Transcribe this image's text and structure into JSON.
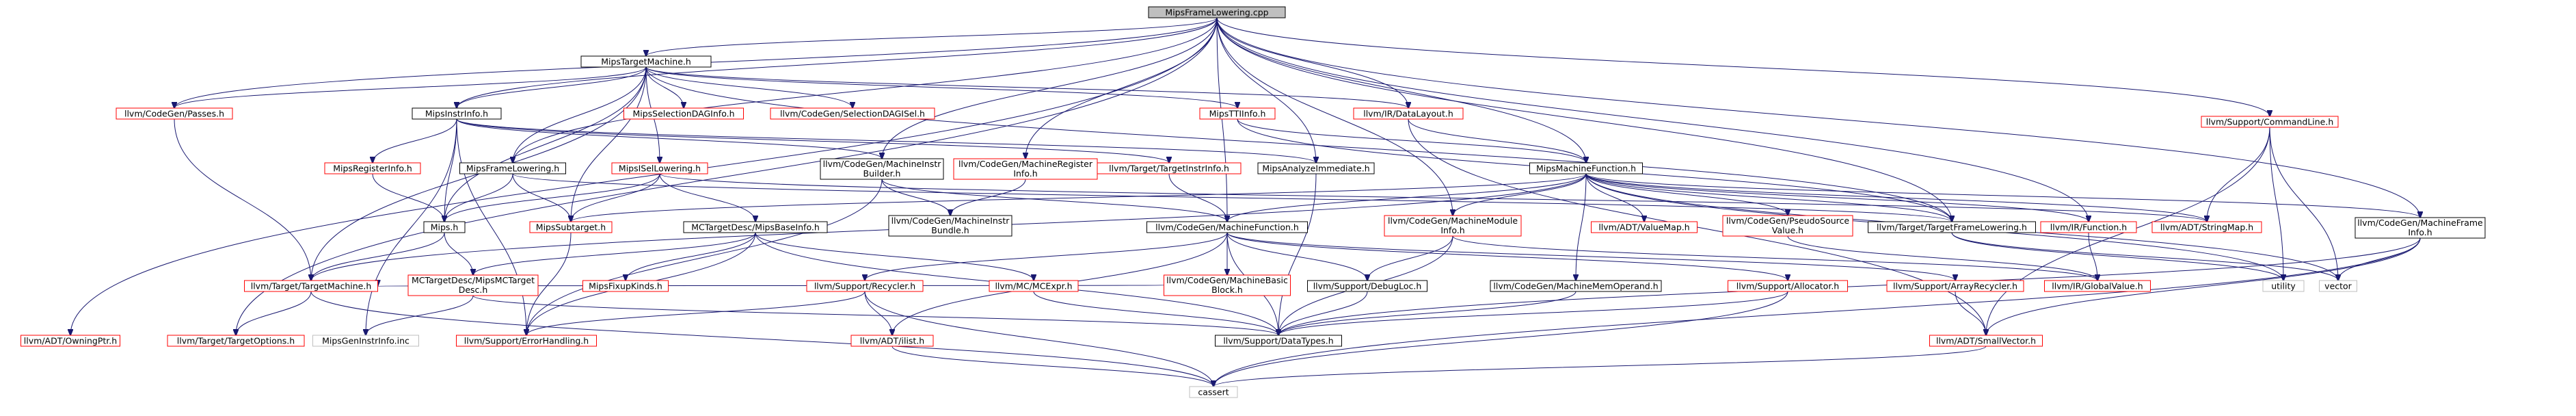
{
  "graph": {
    "nodes": {
      "root": {
        "label": "MipsFrameLowering.cpp",
        "style": "root"
      },
      "mipstm": {
        "label": "MipsTargetMachine.h",
        "style": "black"
      },
      "codegenpasses": {
        "label": "llvm/CodeGen/Passes.h",
        "style": "red"
      },
      "mipsinstrinfo": {
        "label": "MipsInstrInfo.h",
        "style": "black"
      },
      "selectiondaginfo": {
        "label": "MipsSelectionDAGInfo.h",
        "style": "red"
      },
      "selectiondagisel": {
        "label": "llvm/CodeGen/SelectionDAGISel.h",
        "style": "red"
      },
      "mipstti": {
        "label": "MipsTTIInfo.h",
        "style": "red"
      },
      "datalayout": {
        "label": "llvm/IR/DataLayout.h",
        "style": "red"
      },
      "commandline": {
        "label": "llvm/Support/CommandLine.h",
        "style": "red"
      },
      "mipsreginfo": {
        "label": "MipsRegisterInfo.h",
        "style": "red"
      },
      "mipsframelowering": {
        "label": "MipsFrameLowering.h",
        "style": "black"
      },
      "mipsisellowering": {
        "label": "MipsISelLowering.h",
        "style": "red"
      },
      "mibuilder": {
        "label": "llvm/CodeGen/MachineInstr\nBuilder.h",
        "style": "black"
      },
      "mreginfo": {
        "label": "llvm/CodeGen/MachineRegister\nInfo.h",
        "style": "red"
      },
      "targetinstrinfo": {
        "label": "llvm/Target/TargetInstrInfo.h",
        "style": "red"
      },
      "mipsanalyze": {
        "label": "MipsAnalyzeImmediate.h",
        "style": "black"
      },
      "mipsmf": {
        "label": "MipsMachineFunction.h",
        "style": "black"
      },
      "mframeinfo": {
        "label": "llvm/CodeGen/MachineFrame\nInfo.h",
        "style": "black"
      },
      "mipsh": {
        "label": "Mips.h",
        "style": "black"
      },
      "mipssubtarget": {
        "label": "MipsSubtarget.h",
        "style": "red"
      },
      "mipsbaseinfo": {
        "label": "MCTargetDesc/MipsBaseInfo.h",
        "style": "black"
      },
      "mibundle": {
        "label": "llvm/CodeGen/MachineInstr\nBundle.h",
        "style": "black"
      },
      "mfunction": {
        "label": "llvm/CodeGen/MachineFunction.h",
        "style": "black"
      },
      "mmoduleinfo": {
        "label": "llvm/CodeGen/MachineModule\nInfo.h",
        "style": "red"
      },
      "valuemap": {
        "label": "llvm/ADT/ValueMap.h",
        "style": "red"
      },
      "pseudosource": {
        "label": "llvm/CodeGen/PseudoSource\nValue.h",
        "style": "red"
      },
      "targetframelowering": {
        "label": "llvm/Target/TargetFrameLowering.h",
        "style": "black"
      },
      "irfunction": {
        "label": "llvm/IR/Function.h",
        "style": "red"
      },
      "stringmap": {
        "label": "llvm/ADT/StringMap.h",
        "style": "red"
      },
      "targetmachine": {
        "label": "llvm/Target/TargetMachine.h",
        "style": "red"
      },
      "mcmipstargetdesc": {
        "label": "MCTargetDesc/MipsMCTarget\nDesc.h",
        "style": "red"
      },
      "mipsfixupkinds": {
        "label": "MipsFixupKinds.h",
        "style": "red"
      },
      "recycler": {
        "label": "llvm/Support/Recycler.h",
        "style": "red"
      },
      "mcexpr": {
        "label": "llvm/MC/MCExpr.h",
        "style": "red"
      },
      "mbasicblock": {
        "label": "llvm/CodeGen/MachineBasic\nBlock.h",
        "style": "red"
      },
      "debugloc": {
        "label": "llvm/Support/DebugLoc.h",
        "style": "black"
      },
      "mmemoperand": {
        "label": "llvm/CodeGen/MachineMemOperand.h",
        "style": "black"
      },
      "allocator": {
        "label": "llvm/Support/Allocator.h",
        "style": "red"
      },
      "arrayrecycler": {
        "label": "llvm/Support/ArrayRecycler.h",
        "style": "red"
      },
      "globalvalue": {
        "label": "llvm/IR/GlobalValue.h",
        "style": "red"
      },
      "utility": {
        "label": "utility",
        "style": "gray"
      },
      "vector": {
        "label": "vector",
        "style": "gray"
      },
      "owningptr": {
        "label": "llvm/ADT/OwningPtr.h",
        "style": "red"
      },
      "targetoptions": {
        "label": "llvm/Target/TargetOptions.h",
        "style": "red"
      },
      "mipsgeninstrinfo": {
        "label": "MipsGenInstrInfo.inc",
        "style": "gray"
      },
      "errorhandling": {
        "label": "llvm/Support/ErrorHandling.h",
        "style": "red"
      },
      "ilist": {
        "label": "llvm/ADT/ilist.h",
        "style": "red"
      },
      "datatypes": {
        "label": "llvm/Support/DataTypes.h",
        "style": "black"
      },
      "smallvector": {
        "label": "llvm/ADT/SmallVector.h",
        "style": "red"
      },
      "cassert": {
        "label": "cassert",
        "style": "gray"
      }
    },
    "edges": [
      [
        "root",
        "mipstm"
      ],
      [
        "root",
        "mipsinstrinfo"
      ],
      [
        "root",
        "mipsframelowering"
      ],
      [
        "root",
        "datalayout"
      ],
      [
        "root",
        "mipsanalyze"
      ],
      [
        "root",
        "mipsmf"
      ],
      [
        "root",
        "mibuilder"
      ],
      [
        "root",
        "mreginfo"
      ],
      [
        "root",
        "mframeinfo"
      ],
      [
        "root",
        "commandline"
      ],
      [
        "root",
        "mfunction"
      ],
      [
        "root",
        "mmoduleinfo"
      ],
      [
        "root",
        "targetframelowering"
      ],
      [
        "root",
        "irfunction"
      ],
      [
        "root",
        "codegenpasses"
      ],
      [
        "root",
        "owningptr"
      ],
      [
        "root",
        "targetoptions"
      ],
      [
        "mipstm",
        "codegenpasses"
      ],
      [
        "mipstm",
        "mipsinstrinfo"
      ],
      [
        "mipstm",
        "selectiondaginfo"
      ],
      [
        "mipstm",
        "selectiondagisel"
      ],
      [
        "mipstm",
        "mipstti"
      ],
      [
        "mipstm",
        "datalayout"
      ],
      [
        "mipstm",
        "mipsframelowering"
      ],
      [
        "mipstm",
        "mipsisellowering"
      ],
      [
        "mipstm",
        "mipssubtarget"
      ],
      [
        "mipstm",
        "targetmachine"
      ],
      [
        "mipstm",
        "targetframelowering"
      ],
      [
        "mipstm",
        "mipsh"
      ],
      [
        "codegenpasses",
        "targetmachine"
      ],
      [
        "mipsinstrinfo",
        "mipsreginfo"
      ],
      [
        "mipsinstrinfo",
        "mipsh"
      ],
      [
        "mipsinstrinfo",
        "mibuilder"
      ],
      [
        "mipsinstrinfo",
        "targetinstrinfo"
      ],
      [
        "mipsinstrinfo",
        "mipsanalyze"
      ],
      [
        "mipsinstrinfo",
        "mipsgeninstrinfo"
      ],
      [
        "mipsinstrinfo",
        "errorhandling"
      ],
      [
        "mipstti",
        "mipsmf"
      ],
      [
        "mipstti",
        "targetframelowering"
      ],
      [
        "datalayout",
        "mipsmf"
      ],
      [
        "datalayout",
        "smallvector"
      ],
      [
        "commandline",
        "stringmap"
      ],
      [
        "commandline",
        "utility"
      ],
      [
        "commandline",
        "vector"
      ],
      [
        "commandline",
        "smallvector"
      ],
      [
        "mipsreginfo",
        "mipsh"
      ],
      [
        "mipsframelowering",
        "mipsh"
      ],
      [
        "mipsframelowering",
        "mipssubtarget"
      ],
      [
        "mipsframelowering",
        "targetframelowering"
      ],
      [
        "mipsisellowering",
        "mipsh"
      ],
      [
        "mipsisellowering",
        "mipssubtarget"
      ],
      [
        "mipsisellowering",
        "mipsbaseinfo"
      ],
      [
        "mipsisellowering",
        "stringmap"
      ],
      [
        "mibuilder",
        "mfunction"
      ],
      [
        "mibuilder",
        "mibundle"
      ],
      [
        "mibuilder",
        "errorhandling"
      ],
      [
        "mreginfo",
        "mibundle"
      ],
      [
        "targetinstrinfo",
        "mfunction"
      ],
      [
        "mipsanalyze",
        "datatypes"
      ],
      [
        "mipsmf",
        "mipssubtarget"
      ],
      [
        "mipsmf",
        "mfunction"
      ],
      [
        "mipsmf",
        "mmoduleinfo"
      ],
      [
        "mipsmf",
        "valuemap"
      ],
      [
        "mipsmf",
        "pseudosource"
      ],
      [
        "mipsmf",
        "targetframelowering"
      ],
      [
        "mipsmf",
        "irfunction"
      ],
      [
        "mipsmf",
        "stringmap"
      ],
      [
        "mipsmf",
        "mframeinfo"
      ],
      [
        "mipsmf",
        "targetmachine"
      ],
      [
        "mipsmf",
        "utility"
      ],
      [
        "mipsmf",
        "vector"
      ],
      [
        "mipsmf",
        "mmemoperand"
      ],
      [
        "mframeinfo",
        "smallvector"
      ],
      [
        "mframeinfo",
        "datatypes"
      ],
      [
        "mframeinfo",
        "vector"
      ],
      [
        "mframeinfo",
        "cassert"
      ],
      [
        "mipsh",
        "mcmipstargetdesc"
      ],
      [
        "mipsh",
        "targetmachine"
      ],
      [
        "mipssubtarget",
        "errorhandling"
      ],
      [
        "mipsbaseinfo",
        "mcmipstargetdesc"
      ],
      [
        "mipsbaseinfo",
        "mipsfixupkinds"
      ],
      [
        "mipsbaseinfo",
        "mcexpr"
      ],
      [
        "mipsbaseinfo",
        "errorhandling"
      ],
      [
        "mipsbaseinfo",
        "datatypes"
      ],
      [
        "mfunction",
        "mbasicblock"
      ],
      [
        "mfunction",
        "debugloc"
      ],
      [
        "mfunction",
        "recycler"
      ],
      [
        "mfunction",
        "ilist"
      ],
      [
        "mfunction",
        "allocator"
      ],
      [
        "mfunction",
        "arrayrecycler"
      ],
      [
        "mfunction",
        "datatypes"
      ],
      [
        "mmoduleinfo",
        "debugloc"
      ],
      [
        "mmoduleinfo",
        "datatypes"
      ],
      [
        "mmoduleinfo",
        "globalvalue"
      ],
      [
        "irfunction",
        "globalvalue"
      ],
      [
        "targetframelowering",
        "utility"
      ],
      [
        "targetframelowering",
        "vector"
      ],
      [
        "targetmachine",
        "targetoptions"
      ],
      [
        "targetmachine",
        "cassert"
      ],
      [
        "mcmipstargetdesc",
        "datatypes"
      ],
      [
        "mcmipstargetdesc",
        "mipsgeninstrinfo"
      ],
      [
        "recycler",
        "ilist"
      ],
      [
        "recycler",
        "errorhandling"
      ],
      [
        "recycler",
        "cassert"
      ],
      [
        "mcexpr",
        "datatypes"
      ],
      [
        "mbasicblock",
        "targetmachine"
      ],
      [
        "debugloc",
        "datatypes"
      ],
      [
        "mmemoperand",
        "datatypes"
      ],
      [
        "allocator",
        "datatypes"
      ],
      [
        "allocator",
        "cassert"
      ],
      [
        "arrayrecycler",
        "smallvector"
      ],
      [
        "ilist",
        "cassert"
      ],
      [
        "smallvector",
        "cassert"
      ],
      [
        "pseudosource",
        "globalvalue"
      ]
    ]
  }
}
